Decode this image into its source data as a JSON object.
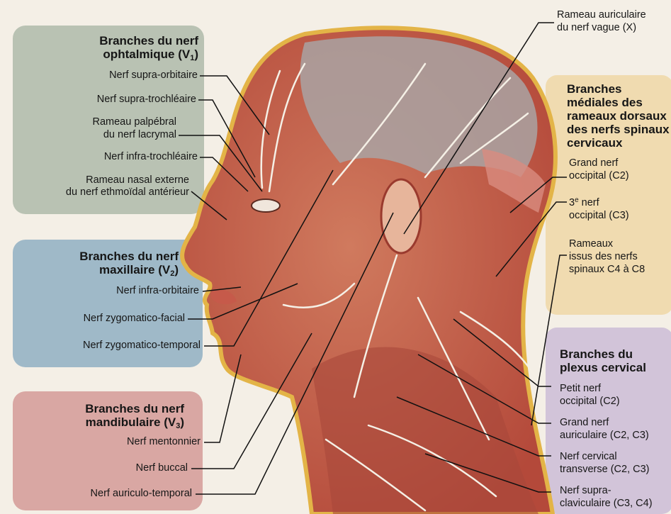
{
  "colors": {
    "v1_box": "#b9c2b3",
    "v2_box": "#9fb9c8",
    "v3_box": "#d9a7a3",
    "dorsal_box": "#f0dbb0",
    "cervical_box": "#d2c4d9",
    "skin": "#e7b59b",
    "muscle": "#b84a3c",
    "nerve": "#f5f0e6",
    "fat": "#e3b447",
    "leader": "#111111"
  },
  "groups": {
    "v1": {
      "title_line1": "Branches du nerf",
      "title_main": "ophtalmique (V",
      "title_sub": "1",
      "title_end": ")",
      "labels": [
        "Nerf supra-orbitaire",
        "Nerf supra-trochléaire",
        "Rameau palpébral",
        "du nerf lacrymal",
        "Nerf infra-trochléaire",
        "Rameau nasal externe",
        "du nerf ethmoïdal antérieur"
      ]
    },
    "v2": {
      "title_line1": "Branches du nerf",
      "title_main": "maxillaire (V",
      "title_sub": "2",
      "title_end": ")",
      "labels": [
        "Nerf infra-orbitaire",
        "Nerf zygomatico-facial",
        "Nerf zygomatico-temporal"
      ]
    },
    "v3": {
      "title_line1": "Branches du nerf",
      "title_main": "mandibulaire (V",
      "title_sub": "3",
      "title_end": ")",
      "labels": [
        "Nerf mentonnier",
        "Nerf buccal",
        "Nerf auriculo-temporal"
      ]
    },
    "vagus": {
      "line1": "Rameau auriculaire",
      "line2": "du nerf vague (X)"
    },
    "dorsal": {
      "title": [
        "Branches",
        "médiales des",
        "rameaux dorsaux",
        "des nerfs spinaux",
        "cervicaux"
      ],
      "greater_occipital": [
        "Grand nerf",
        "occipital (C2)"
      ],
      "third_occipital_num": "3",
      "third_occipital_sup": "e",
      "third_occipital_word": " nerf",
      "third_occipital_line2": "occipital (C3)",
      "rami": [
        "Rameaux",
        "issus des nerfs",
        "spinaux C4 à C8"
      ]
    },
    "cervical": {
      "title": [
        "Branches du",
        "plexus cervical"
      ],
      "labels": [
        [
          "Petit nerf",
          "occipital (C2)"
        ],
        [
          "Grand nerf",
          "auriculaire (C2, C3)"
        ],
        [
          "Nerf cervical",
          "transverse (C2, C3)"
        ],
        [
          "Nerf supra-",
          "claviculaire (C3, C4)"
        ]
      ]
    }
  }
}
